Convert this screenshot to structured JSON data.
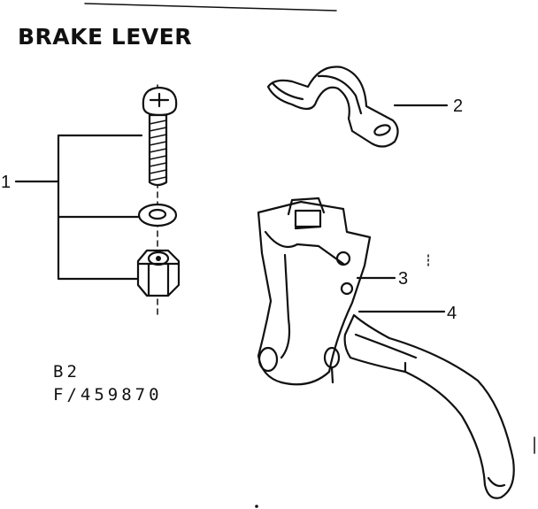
{
  "title": "BRAKE LEVER",
  "callouts": {
    "c1": "1",
    "c2": "2",
    "c3": "3",
    "c4": "4"
  },
  "codes": {
    "line1": "B2",
    "line2": "F/459870"
  }
}
